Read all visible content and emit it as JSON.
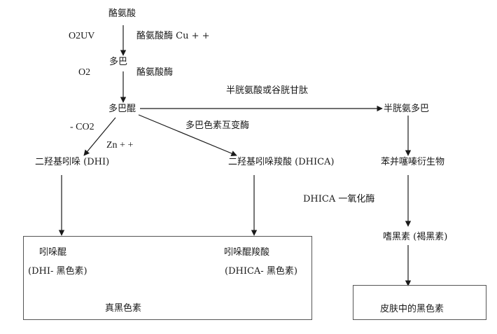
{
  "nodes": {
    "tyrosine": "酪氨酸",
    "dopa": "多巴",
    "dopaquinone": "多巴醌",
    "cysteinyldopa": "半胱氨多巴",
    "dhi": "二羟基吲哚 (DHI)",
    "dhica": "二羟基吲哚羧酸 (DHICA)",
    "benzothiazine": "苯并噻嗪衍生物",
    "pheomelanin": "嗜黑素 (褐黑素)",
    "indolequinone": "吲哚醌",
    "dhi_melanin": "(DHI- 黑色素)",
    "indolequinone_carboxylic": "吲哚醌羧酸",
    "dhica_melanin": "(DHICA- 黑色素)",
    "eumelanin": "真黑色素",
    "skin_melanin": "皮肤中的黑色素"
  },
  "edge_labels": {
    "o2uv": "O2UV",
    "tyrosinase_cu": "酪氨酸酶 Cu + +",
    "o2": "O2",
    "tyrosinase": "酪氨酸酶",
    "cysteine_glutathione": "半胱氨酸或谷胱甘肽",
    "minus_co2": "- CO2",
    "dopachrome_tautomerase": "多巴色素互变酶",
    "zn": "Zn + +",
    "dhica_oxidase": "DHICA 一氧化酶"
  }
}
